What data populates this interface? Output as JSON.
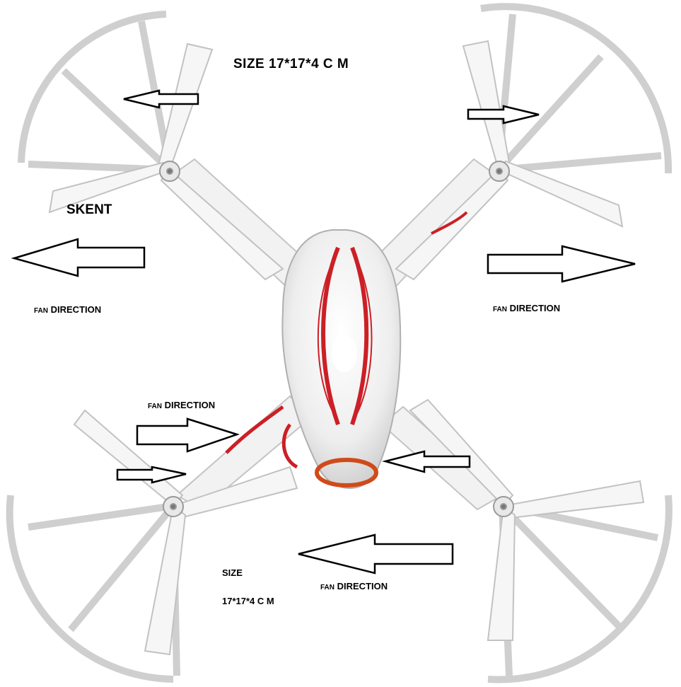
{
  "image": {
    "subject": "white quadcopter drone, top view",
    "colors": {
      "body": "#f4f4f4",
      "outline": "#b8b8b8",
      "accent": "#cc1f26",
      "arrow": "#000000"
    }
  },
  "labels": {
    "size_top": "SIZE 17*17*4 C M",
    "brand": "SKENT",
    "fan_small": "FAN",
    "fan_rest": "DIRECTION",
    "size_bottom": "SIZE",
    "size_bottom_value": "17*17*4 C M"
  }
}
